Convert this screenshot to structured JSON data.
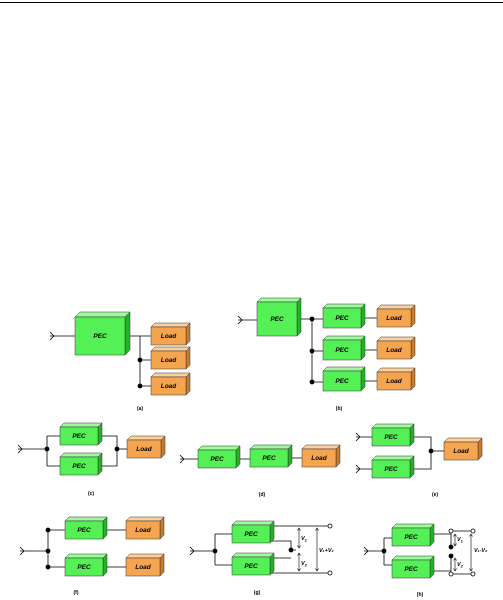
{
  "labels": {
    "pec": "PEC",
    "load": "Load"
  },
  "captions": [
    "(a)",
    "(b)",
    "(c)",
    "(d)",
    "(e)",
    "(f)",
    "(g)",
    "(h)"
  ],
  "voltages": {
    "v1": "V",
    "v1_sub": "1",
    "v2": "V",
    "v2_sub": "2",
    "sum": "V₁+V₂",
    "diff": "V₁-V₂"
  },
  "colors": {
    "pec_fill": "#55f055",
    "pec_top": "#9ffa9f",
    "pec_side": "#22b422",
    "load_fill": "#f5a550",
    "load_top": "#fcd09a",
    "load_side": "#cc7a28"
  }
}
